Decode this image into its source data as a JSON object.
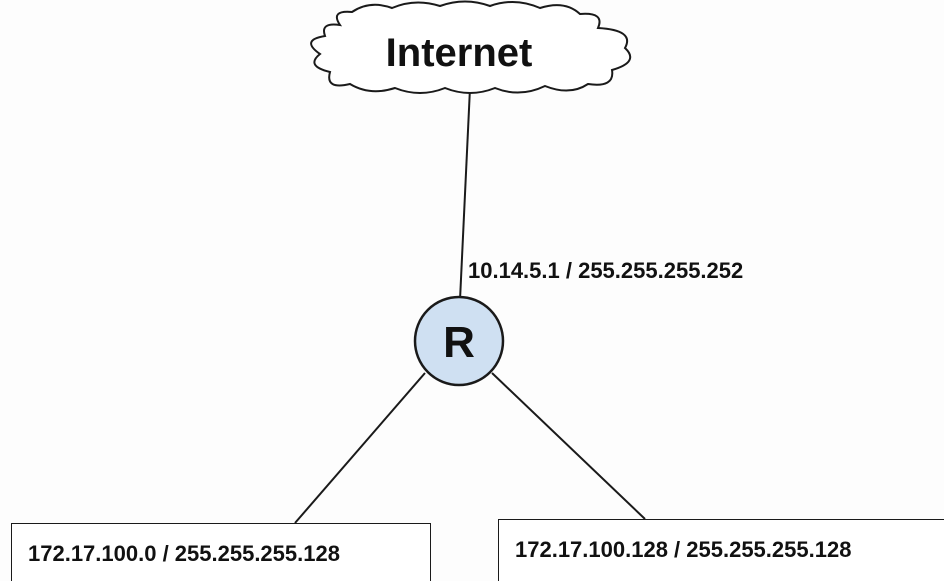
{
  "diagram": {
    "cloud_label": "Internet",
    "router_label": "R",
    "wan_link_label": "10.14.5.1 / 255.255.255.252",
    "subnets": [
      {
        "label": "172.17.100.0 / 255.255.255.128"
      },
      {
        "label": "172.17.100.128 / 255.255.255.128"
      }
    ]
  },
  "colors": {
    "router_fill": "#cfe0f2",
    "line": "#1a1a1a",
    "text": "#111111"
  }
}
